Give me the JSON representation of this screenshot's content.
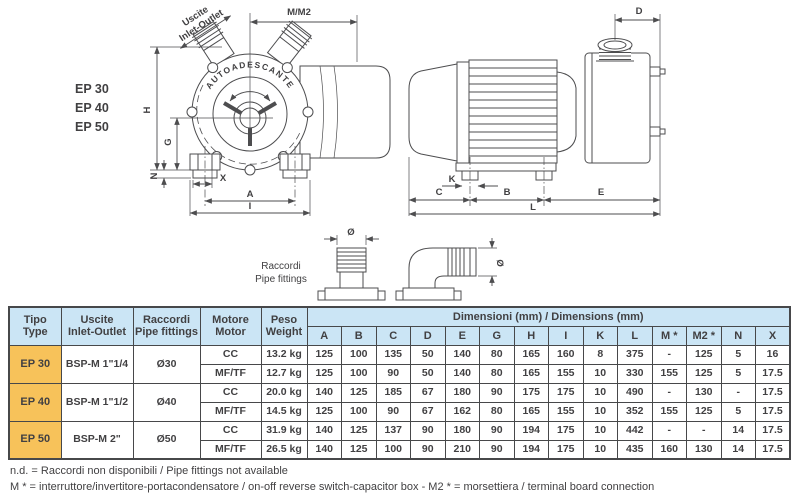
{
  "models": [
    "EP 30",
    "EP 40",
    "EP 50"
  ],
  "front_view": {
    "pump_text": "AUTOADESCANTE",
    "port_label_it": "Uscite",
    "port_label_en": "Inlet-Outlet",
    "dims": {
      "m": "M/M2",
      "h": "H",
      "g": "G",
      "n": "N",
      "x": "X",
      "a": "A",
      "i": "I"
    }
  },
  "side_view": {
    "dims": {
      "d": "D",
      "k": "K",
      "c": "C",
      "b": "B",
      "e": "E",
      "l": "L"
    }
  },
  "fittings": {
    "label_it": "Raccordi",
    "label_en": "Pipe fittings",
    "dia": "Ø"
  },
  "table": {
    "header": {
      "tipo": [
        "Tipo",
        "Type"
      ],
      "uscite": [
        "Uscite",
        "Inlet-Outlet"
      ],
      "raccordi": [
        "Raccordi",
        "Pipe fittings"
      ],
      "motore": [
        "Motore",
        "Motor"
      ],
      "peso": [
        "Peso",
        "Weight"
      ],
      "dimensions_title": "Dimensioni (mm) / Dimensions (mm)",
      "dim_columns": [
        "A",
        "B",
        "C",
        "D",
        "E",
        "G",
        "H",
        "I",
        "K",
        "L",
        "M *",
        "M2 *",
        "N",
        "X"
      ]
    },
    "groups": [
      {
        "type": "EP 30",
        "inlet_outlet": "BSP-M 1\"1/4",
        "pipe_fitting": "Ø30",
        "rows": [
          {
            "motor": "CC",
            "weight": "13.2 kg",
            "dims": [
              "125",
              "100",
              "135",
              "50",
              "140",
              "80",
              "165",
              "160",
              "8",
              "375",
              "-",
              "125",
              "5",
              "16"
            ]
          },
          {
            "motor": "MF/TF",
            "weight": "12.7 kg",
            "dims": [
              "125",
              "100",
              "90",
              "50",
              "140",
              "80",
              "165",
              "155",
              "10",
              "330",
              "155",
              "125",
              "5",
              "17.5"
            ]
          }
        ]
      },
      {
        "type": "EP 40",
        "inlet_outlet": "BSP-M 1\"1/2",
        "pipe_fitting": "Ø40",
        "rows": [
          {
            "motor": "CC",
            "weight": "20.0 kg",
            "dims": [
              "140",
              "125",
              "185",
              "67",
              "180",
              "90",
              "175",
              "175",
              "10",
              "490",
              "-",
              "130",
              "-",
              "17.5"
            ]
          },
          {
            "motor": "MF/TF",
            "weight": "14.5 kg",
            "dims": [
              "125",
              "100",
              "90",
              "67",
              "162",
              "80",
              "165",
              "155",
              "10",
              "352",
              "155",
              "125",
              "5",
              "17.5"
            ]
          }
        ]
      },
      {
        "type": "EP 50",
        "inlet_outlet": "BSP-M 2\"",
        "pipe_fitting": "Ø50",
        "rows": [
          {
            "motor": "CC",
            "weight": "31.9 kg",
            "dims": [
              "140",
              "125",
              "137",
              "90",
              "180",
              "90",
              "194",
              "175",
              "10",
              "442",
              "-",
              "-",
              "14",
              "17.5"
            ]
          },
          {
            "motor": "MF/TF",
            "weight": "26.5 kg",
            "dims": [
              "140",
              "125",
              "100",
              "90",
              "210",
              "90",
              "194",
              "175",
              "10",
              "435",
              "160",
              "130",
              "14",
              "17.5"
            ]
          }
        ]
      }
    ]
  },
  "notes": [
    "n.d. = Raccordi non disponibili / Pipe fittings not available",
    "M * = interruttore/invertitore-portacondensatore / on-off reverse switch-capacitor box - M2 * = morsettiera / terminal board connection"
  ],
  "colors": {
    "header_bg": "#cbe5f5",
    "type_bg": "#f7c25a",
    "border": "#47484a",
    "text": "#414042",
    "line": "#4d4d4f"
  }
}
